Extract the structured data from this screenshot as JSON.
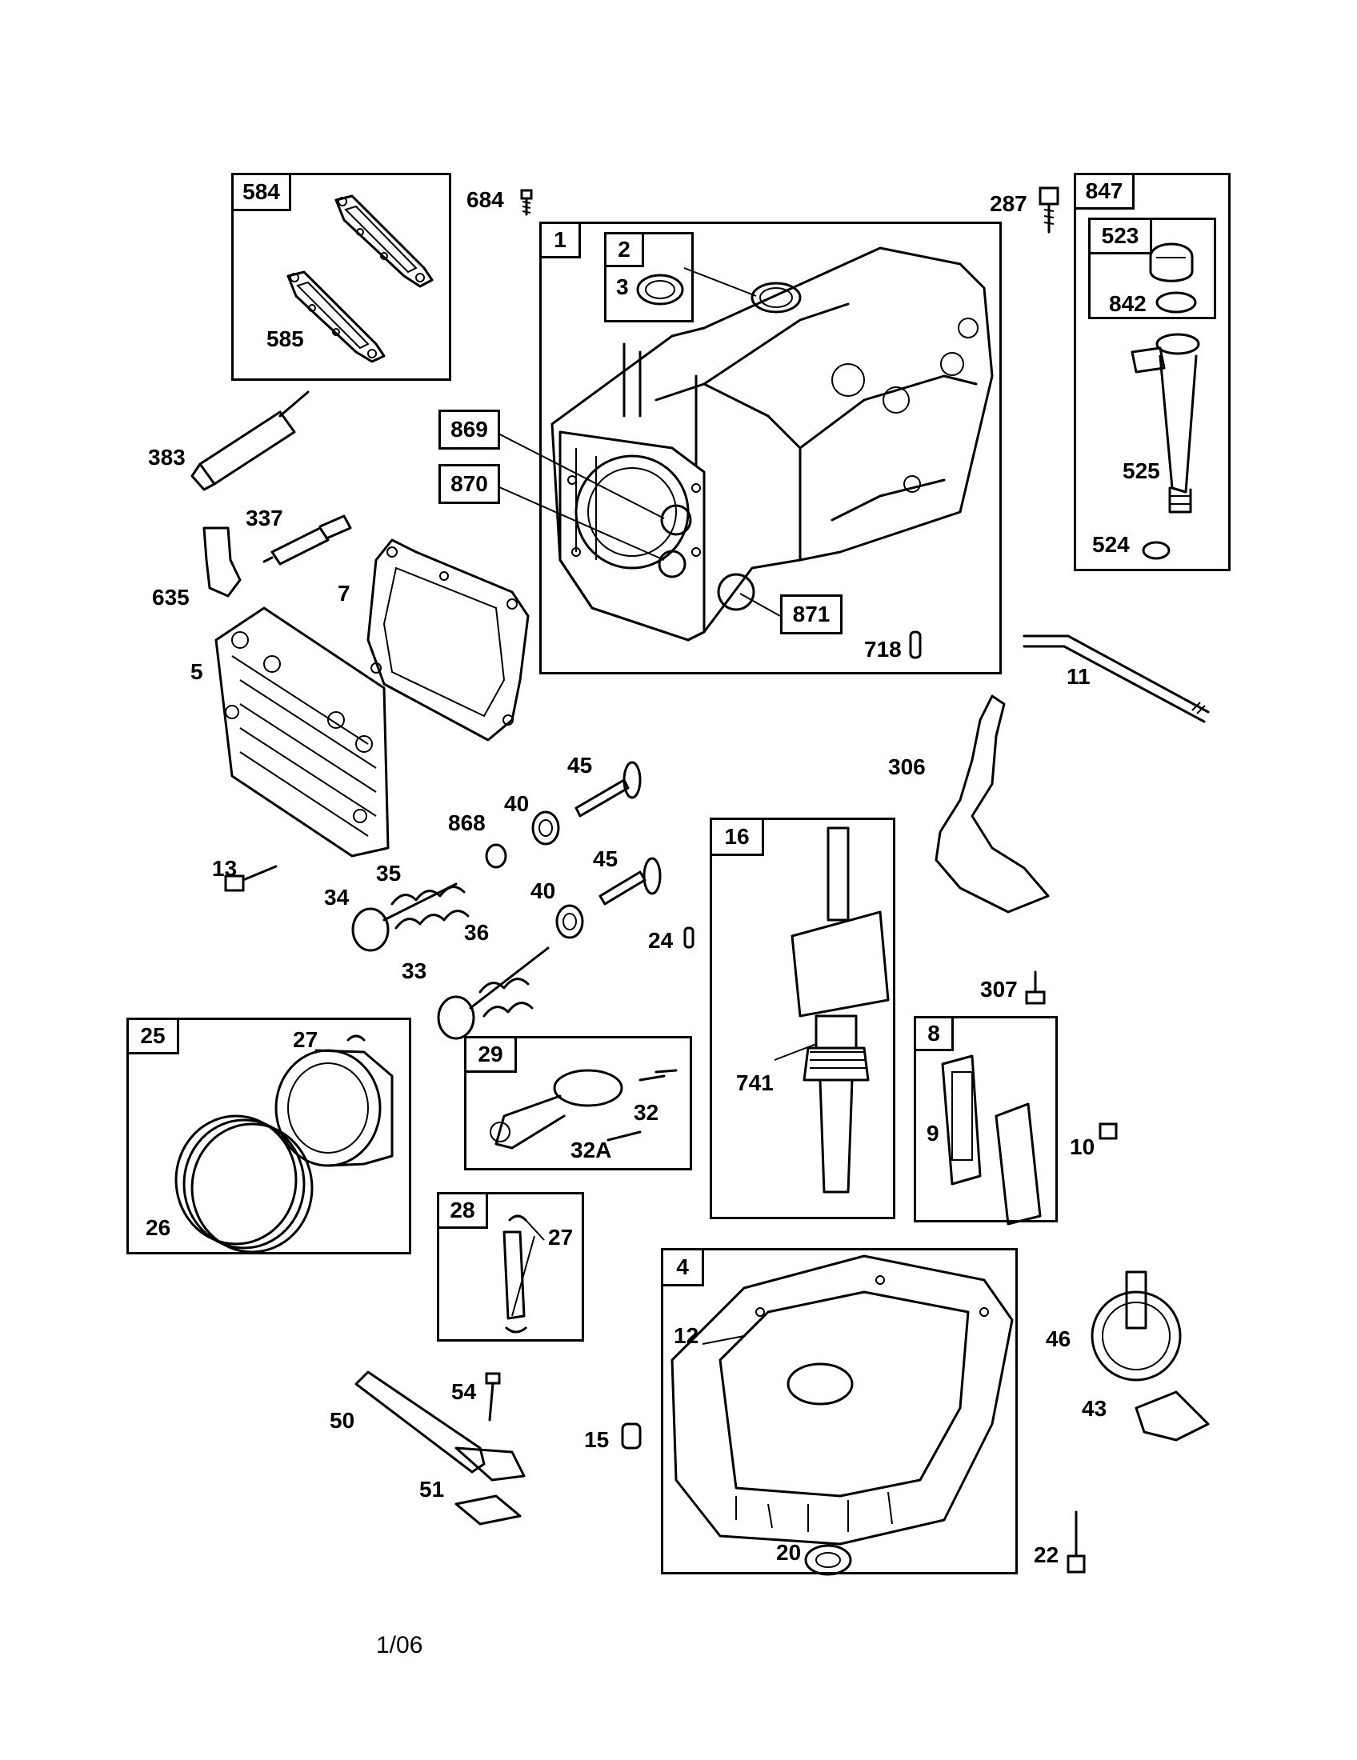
{
  "footer": {
    "date_code": "1/06"
  },
  "groups": {
    "g1": "1",
    "g2": "2",
    "g4": "4",
    "g8": "8",
    "g16": "16",
    "g25": "25",
    "g28": "28",
    "g29": "29",
    "g523": "523",
    "g584": "584",
    "g847": "847",
    "g869": "869",
    "g870": "870",
    "g871": "871"
  },
  "parts": {
    "p3": "3",
    "p5": "5",
    "p7": "7",
    "p9": "9",
    "p10": "10",
    "p11": "11",
    "p12": "12",
    "p13": "13",
    "p15": "15",
    "p20": "20",
    "p22": "22",
    "p24": "24",
    "p26": "26",
    "p27a": "27",
    "p27b": "27",
    "p32": "32",
    "p32A": "32A",
    "p33": "33",
    "p34": "34",
    "p35": "35",
    "p36": "36",
    "p40a": "40",
    "p40b": "40",
    "p43": "43",
    "p45a": "45",
    "p45b": "45",
    "p46": "46",
    "p50": "50",
    "p51": "51",
    "p54": "54",
    "p287": "287",
    "p306": "306",
    "p307": "307",
    "p337": "337",
    "p383": "383",
    "p524": "524",
    "p525": "525",
    "p585": "585",
    "p635": "635",
    "p684": "684",
    "p718": "718",
    "p741": "741",
    "p842": "842",
    "p868": "868"
  }
}
